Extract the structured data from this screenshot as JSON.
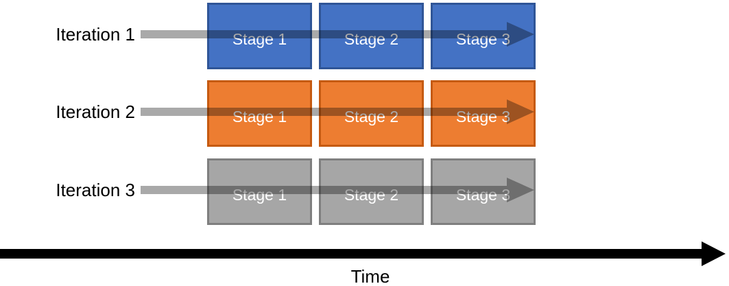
{
  "diagram": {
    "iterations": [
      {
        "label": "Iteration 1",
        "fill_color": "#4472C4",
        "border_color": "#2F5597",
        "stages": [
          "Stage 1",
          "Stage 2",
          "Stage 3"
        ]
      },
      {
        "label": "Iteration 2",
        "fill_color": "#ED7D31",
        "border_color": "#C55A11",
        "stages": [
          "Stage 1",
          "Stage 2",
          "Stage 3"
        ]
      },
      {
        "label": "Iteration 3",
        "fill_color": "#A6A6A6",
        "border_color": "#7F7F7F",
        "stages": [
          "Stage 1",
          "Stage 2",
          "Stage 3"
        ]
      }
    ],
    "flow_arrow_color": "#A9A9A9",
    "stage_text_color": "#FFFFFF",
    "time_axis": {
      "label": "Time",
      "arrow_color": "#000000"
    }
  }
}
